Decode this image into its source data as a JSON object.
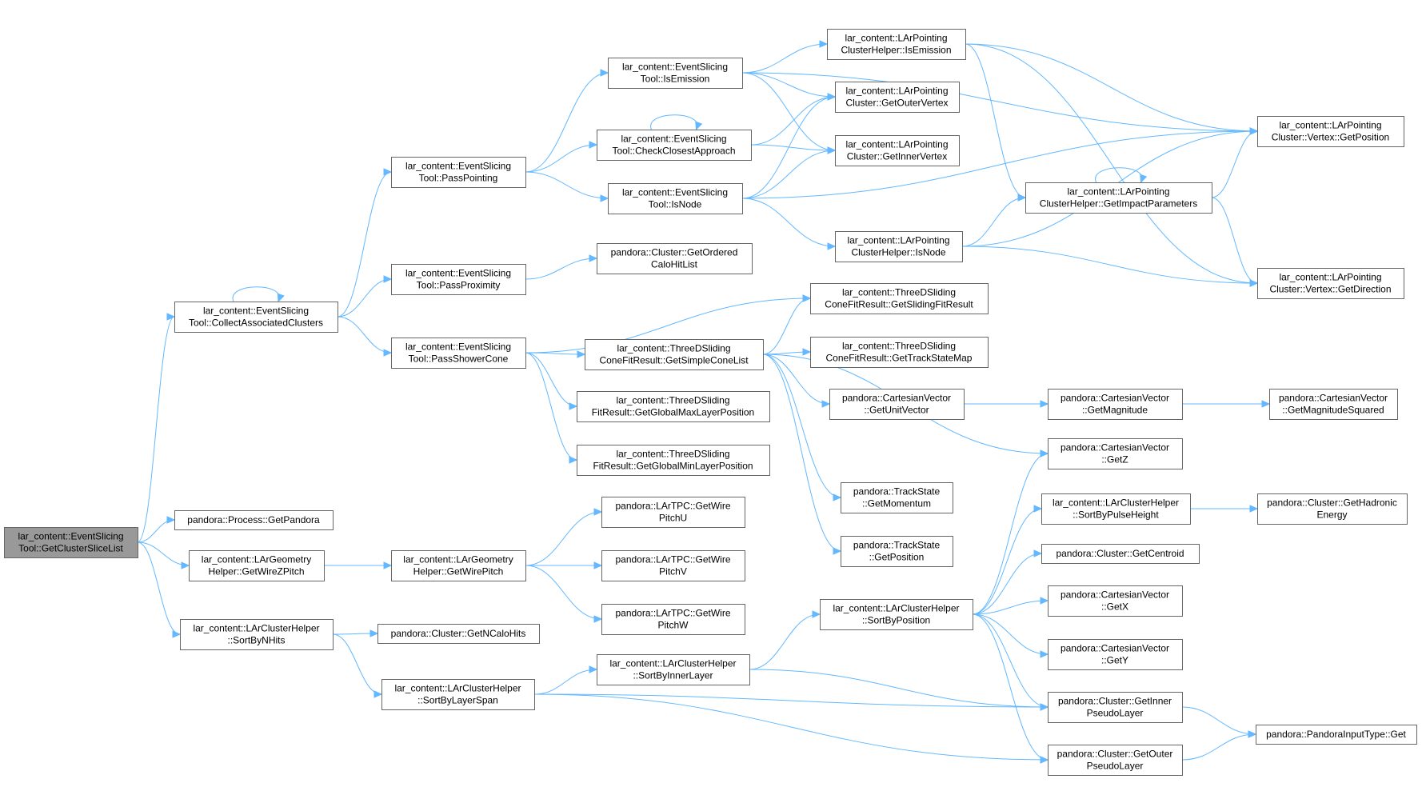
{
  "diagram": {
    "nodes": [
      {
        "id": "root",
        "lines": [
          "lar_content::EventSlicing",
          "Tool::GetClusterSliceList"
        ],
        "highlight": true
      },
      {
        "id": "cac",
        "lines": [
          "lar_content::EventSlicing",
          "Tool::CollectAssociatedClusters"
        ]
      },
      {
        "id": "getpandora",
        "lines": [
          "pandora::Process::GetPandora"
        ]
      },
      {
        "id": "getwirezpitch",
        "lines": [
          "lar_content::LArGeometry",
          "Helper::GetWireZPitch"
        ]
      },
      {
        "id": "sortbynhits",
        "lines": [
          "lar_content::LArClusterHelper",
          "::SortByNHits"
        ]
      },
      {
        "id": "passpointing",
        "lines": [
          "lar_content::EventSlicing",
          "Tool::PassPointing"
        ]
      },
      {
        "id": "passproximity",
        "lines": [
          "lar_content::EventSlicing",
          "Tool::PassProximity"
        ]
      },
      {
        "id": "passshowercone",
        "lines": [
          "lar_content::EventSlicing",
          "Tool::PassShowerCone"
        ]
      },
      {
        "id": "getwirepitch",
        "lines": [
          "lar_content::LArGeometry",
          "Helper::GetWirePitch"
        ]
      },
      {
        "id": "getncalohits",
        "lines": [
          "pandora::Cluster::GetNCaloHits"
        ]
      },
      {
        "id": "sortbylayerspan",
        "lines": [
          "lar_content::LArClusterHelper",
          "::SortByLayerSpan"
        ]
      },
      {
        "id": "isemission",
        "lines": [
          "lar_content::EventSlicing",
          "Tool::IsEmission"
        ]
      },
      {
        "id": "checkclosest",
        "lines": [
          "lar_content::EventSlicing",
          "Tool::CheckClosestApproach"
        ]
      },
      {
        "id": "isnode",
        "lines": [
          "lar_content::EventSlicing",
          "Tool::IsNode"
        ]
      },
      {
        "id": "getorderedcalohitlist",
        "lines": [
          "pandora::Cluster::GetOrdered",
          "CaloHitList"
        ]
      },
      {
        "id": "getsimpleconelist",
        "lines": [
          "lar_content::ThreeDSliding",
          "ConeFitResult::GetSimpleConeList"
        ]
      },
      {
        "id": "getglobalmax",
        "lines": [
          "lar_content::ThreeDSliding",
          "FitResult::GetGlobalMaxLayerPosition"
        ]
      },
      {
        "id": "getglobalmin",
        "lines": [
          "lar_content::ThreeDSliding",
          "FitResult::GetGlobalMinLayerPosition"
        ]
      },
      {
        "id": "pitchu",
        "lines": [
          "pandora::LArTPC::GetWire",
          "PitchU"
        ]
      },
      {
        "id": "pitchv",
        "lines": [
          "pandora::LArTPC::GetWire",
          "PitchV"
        ]
      },
      {
        "id": "pitchw",
        "lines": [
          "pandora::LArTPC::GetWire",
          "PitchW"
        ]
      },
      {
        "id": "sortbyinnerlayer",
        "lines": [
          "lar_content::LArClusterHelper",
          "::SortByInnerLayer"
        ]
      },
      {
        "id": "lpch_isemission",
        "lines": [
          "lar_content::LArPointing",
          "ClusterHelper::IsEmission"
        ]
      },
      {
        "id": "getoutervertex",
        "lines": [
          "lar_content::LArPointing",
          "Cluster::GetOuterVertex"
        ]
      },
      {
        "id": "getinnervertex",
        "lines": [
          "lar_content::LArPointing",
          "Cluster::GetInnerVertex"
        ]
      },
      {
        "id": "lpch_isnode",
        "lines": [
          "lar_content::LArPointing",
          "ClusterHelper::IsNode"
        ]
      },
      {
        "id": "getslidingfitresult",
        "lines": [
          "lar_content::ThreeDSliding",
          "ConeFitResult::GetSlidingFitResult"
        ]
      },
      {
        "id": "gettrackstatemap",
        "lines": [
          "lar_content::ThreeDSliding",
          "ConeFitResult::GetTrackStateMap"
        ]
      },
      {
        "id": "getunitvector",
        "lines": [
          "pandora::CartesianVector",
          "::GetUnitVector"
        ]
      },
      {
        "id": "ts_getmomentum",
        "lines": [
          "pandora::TrackState",
          "::GetMomentum"
        ]
      },
      {
        "id": "ts_getposition",
        "lines": [
          "pandora::TrackState",
          "::GetPosition"
        ]
      },
      {
        "id": "sortbyposition",
        "lines": [
          "lar_content::LArClusterHelper",
          "::SortByPosition"
        ]
      },
      {
        "id": "getimpactparameters",
        "lines": [
          "lar_content::LArPointing",
          "ClusterHelper::GetImpactParameters"
        ]
      },
      {
        "id": "getmagnitude",
        "lines": [
          "pandora::CartesianVector",
          "::GetMagnitude"
        ]
      },
      {
        "id": "cv_getz",
        "lines": [
          "pandora::CartesianVector",
          "::GetZ"
        ]
      },
      {
        "id": "sortbypulseheight",
        "lines": [
          "lar_content::LArClusterHelper",
          "::SortByPulseHeight"
        ]
      },
      {
        "id": "getcentroid",
        "lines": [
          "pandora::Cluster::GetCentroid"
        ]
      },
      {
        "id": "cv_getx",
        "lines": [
          "pandora::CartesianVector",
          "::GetX"
        ]
      },
      {
        "id": "cv_gety",
        "lines": [
          "pandora::CartesianVector",
          "::GetY"
        ]
      },
      {
        "id": "getinnerpseudolayer",
        "lines": [
          "pandora::Cluster::GetInner",
          "PseudoLayer"
        ]
      },
      {
        "id": "getouterpseudolayer",
        "lines": [
          "pandora::Cluster::GetOuter",
          "PseudoLayer"
        ]
      },
      {
        "id": "vertex_getposition",
        "lines": [
          "lar_content::LArPointing",
          "Cluster::Vertex::GetPosition"
        ]
      },
      {
        "id": "vertex_getdirection",
        "lines": [
          "lar_content::LArPointing",
          "Cluster::Vertex::GetDirection"
        ]
      },
      {
        "id": "getmagnitudesquared",
        "lines": [
          "pandora::CartesianVector",
          "::GetMagnitudeSquared"
        ]
      },
      {
        "id": "gethadronicenergy",
        "lines": [
          "pandora::Cluster::GetHadronic",
          "Energy"
        ]
      },
      {
        "id": "pandorainputtype_get",
        "lines": [
          "pandora::PandoraInputType::Get"
        ]
      }
    ],
    "edges": [
      [
        "root",
        "cac"
      ],
      [
        "root",
        "getpandora"
      ],
      [
        "root",
        "getwirezpitch"
      ],
      [
        "root",
        "sortbynhits"
      ],
      [
        "cac",
        "cac"
      ],
      [
        "cac",
        "passpointing"
      ],
      [
        "cac",
        "passproximity"
      ],
      [
        "cac",
        "passshowercone"
      ],
      [
        "getwirezpitch",
        "getwirepitch"
      ],
      [
        "sortbynhits",
        "getncalohits"
      ],
      [
        "sortbynhits",
        "sortbylayerspan"
      ],
      [
        "passpointing",
        "isemission"
      ],
      [
        "passpointing",
        "checkclosest"
      ],
      [
        "passpointing",
        "isnode"
      ],
      [
        "passproximity",
        "getorderedcalohitlist"
      ],
      [
        "passshowercone",
        "getslidingfitresult"
      ],
      [
        "passshowercone",
        "getsimpleconelist"
      ],
      [
        "passshowercone",
        "getglobalmax"
      ],
      [
        "passshowercone",
        "getglobalmin"
      ],
      [
        "getwirepitch",
        "pitchu"
      ],
      [
        "getwirepitch",
        "pitchv"
      ],
      [
        "getwirepitch",
        "pitchw"
      ],
      [
        "sortbylayerspan",
        "sortbyinnerlayer"
      ],
      [
        "sortbylayerspan",
        "getinnerpseudolayer"
      ],
      [
        "sortbylayerspan",
        "getouterpseudolayer"
      ],
      [
        "isemission",
        "lpch_isemission"
      ],
      [
        "isemission",
        "getoutervertex"
      ],
      [
        "isemission",
        "getinnervertex"
      ],
      [
        "isemission",
        "vertex_getposition"
      ],
      [
        "checkclosest",
        "checkclosest"
      ],
      [
        "checkclosest",
        "getoutervertex"
      ],
      [
        "checkclosest",
        "getinnervertex"
      ],
      [
        "isnode",
        "getoutervertex"
      ],
      [
        "isnode",
        "getinnervertex"
      ],
      [
        "isnode",
        "lpch_isnode"
      ],
      [
        "isnode",
        "vertex_getposition"
      ],
      [
        "getsimpleconelist",
        "getslidingfitresult"
      ],
      [
        "getsimpleconelist",
        "gettrackstatemap"
      ],
      [
        "getsimpleconelist",
        "getunitvector"
      ],
      [
        "getsimpleconelist",
        "cv_getz"
      ],
      [
        "getsimpleconelist",
        "ts_getmomentum"
      ],
      [
        "getsimpleconelist",
        "ts_getposition"
      ],
      [
        "sortbyinnerlayer",
        "sortbyposition"
      ],
      [
        "sortbyinnerlayer",
        "getinnerpseudolayer"
      ],
      [
        "lpch_isemission",
        "vertex_getposition"
      ],
      [
        "lpch_isemission",
        "getimpactparameters"
      ],
      [
        "lpch_isemission",
        "vertex_getdirection"
      ],
      [
        "lpch_isnode",
        "getimpactparameters"
      ],
      [
        "lpch_isnode",
        "vertex_getposition"
      ],
      [
        "lpch_isnode",
        "vertex_getdirection"
      ],
      [
        "getunitvector",
        "getmagnitude"
      ],
      [
        "sortbyposition",
        "cv_getz"
      ],
      [
        "sortbyposition",
        "sortbypulseheight"
      ],
      [
        "sortbyposition",
        "getcentroid"
      ],
      [
        "sortbyposition",
        "cv_getx"
      ],
      [
        "sortbyposition",
        "cv_gety"
      ],
      [
        "sortbyposition",
        "getinnerpseudolayer"
      ],
      [
        "sortbyposition",
        "getouterpseudolayer"
      ],
      [
        "getimpactparameters",
        "getimpactparameters"
      ],
      [
        "getimpactparameters",
        "vertex_getposition"
      ],
      [
        "getimpactparameters",
        "vertex_getdirection"
      ],
      [
        "getmagnitude",
        "getmagnitudesquared"
      ],
      [
        "sortbypulseheight",
        "gethadronicenergy"
      ],
      [
        "getinnerpseudolayer",
        "pandorainputtype_get"
      ],
      [
        "getouterpseudolayer",
        "pandorainputtype_get"
      ]
    ]
  }
}
